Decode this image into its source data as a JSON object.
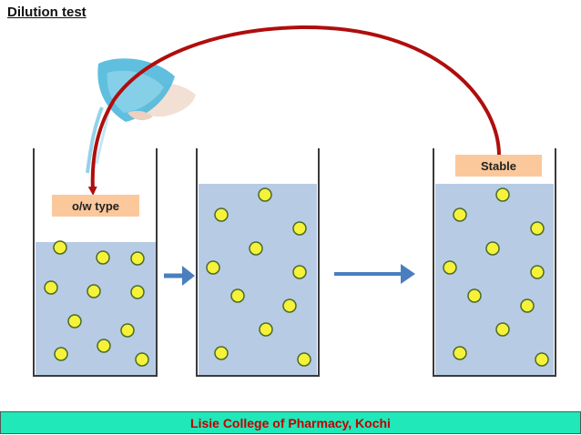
{
  "title": "Dilution test",
  "labels": {
    "ow_type": "o/w type",
    "stable": "Stable"
  },
  "footer": "Lisie College of Pharmacy, Kochi",
  "colors": {
    "liquid": "#b8cbe4",
    "droplet": "#f6f23a",
    "droplet_outline": "#4a6b2a",
    "arrow_blue": "#4a7ebf",
    "arrow_red": "#b00d0d",
    "label_bg": "#fbc89c",
    "footer_bg": "#20e8b8",
    "footer_text": "#c00000"
  },
  "icons": {
    "pouring": "pouring-hand-image"
  }
}
